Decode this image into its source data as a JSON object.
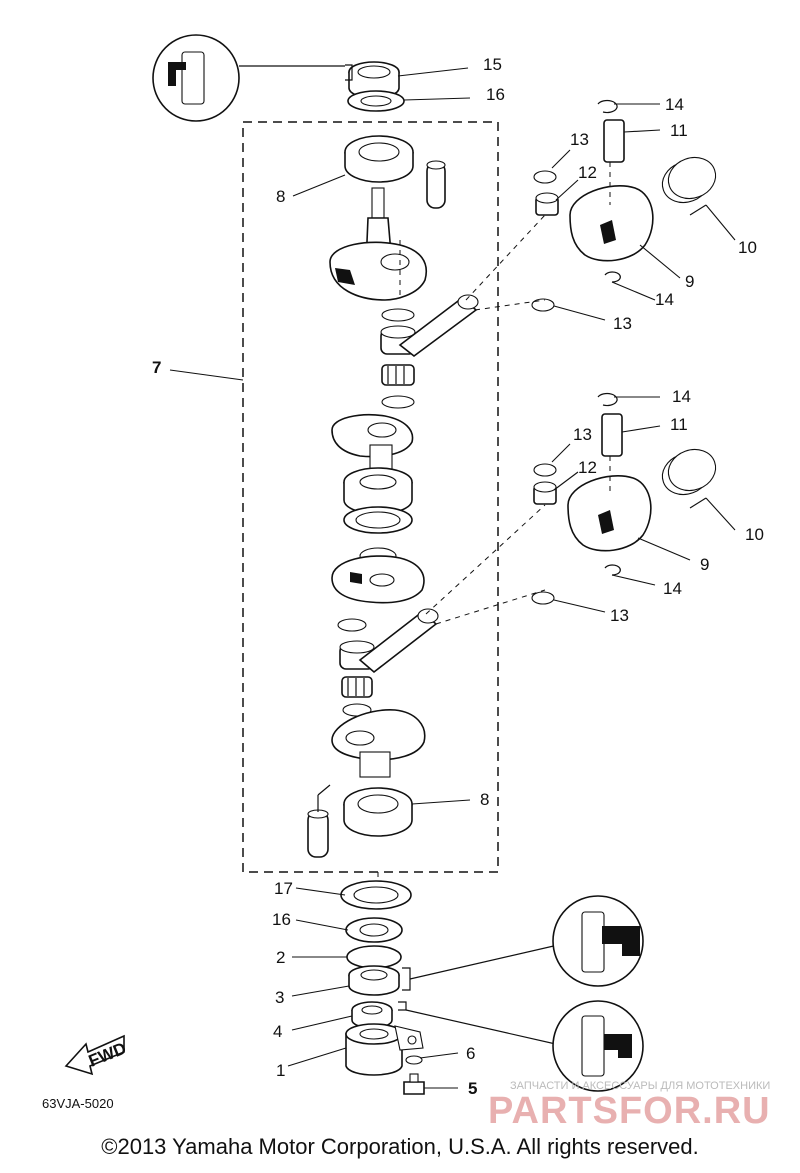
{
  "diagram": {
    "callouts": [
      {
        "id": "c15",
        "text": "15"
      },
      {
        "id": "c16a",
        "text": "16"
      },
      {
        "id": "c14a",
        "text": "14"
      },
      {
        "id": "c11a",
        "text": "11"
      },
      {
        "id": "c13a",
        "text": "13"
      },
      {
        "id": "c12a",
        "text": "12"
      },
      {
        "id": "c8a",
        "text": "8"
      },
      {
        "id": "c10a",
        "text": "10"
      },
      {
        "id": "c9a",
        "text": "9"
      },
      {
        "id": "c14b",
        "text": "14"
      },
      {
        "id": "c13b",
        "text": "13"
      },
      {
        "id": "c7",
        "text": "7"
      },
      {
        "id": "c14c",
        "text": "14"
      },
      {
        "id": "c11b",
        "text": "11"
      },
      {
        "id": "c13c",
        "text": "13"
      },
      {
        "id": "c12b",
        "text": "12"
      },
      {
        "id": "c10b",
        "text": "10"
      },
      {
        "id": "c9b",
        "text": "9"
      },
      {
        "id": "c14d",
        "text": "14"
      },
      {
        "id": "c13d",
        "text": "13"
      },
      {
        "id": "c8b",
        "text": "8"
      },
      {
        "id": "c17",
        "text": "17"
      },
      {
        "id": "c16b",
        "text": "16"
      },
      {
        "id": "c2",
        "text": "2"
      },
      {
        "id": "c3",
        "text": "3"
      },
      {
        "id": "c4",
        "text": "4"
      },
      {
        "id": "c6",
        "text": "6"
      },
      {
        "id": "c1",
        "text": "1"
      },
      {
        "id": "c5",
        "text": "5"
      }
    ],
    "fwd_label": "FWD",
    "part_code": "63VJA-5020"
  },
  "watermark": {
    "small": "ЗАПЧАСТИ И АКСЕССУАРЫ ДЛЯ МОТОТЕХНИКИ",
    "big": "PARTSFOR.RU"
  },
  "copyright": "©2013 Yamaha Motor Corporation, U.S.A. All rights reserved."
}
